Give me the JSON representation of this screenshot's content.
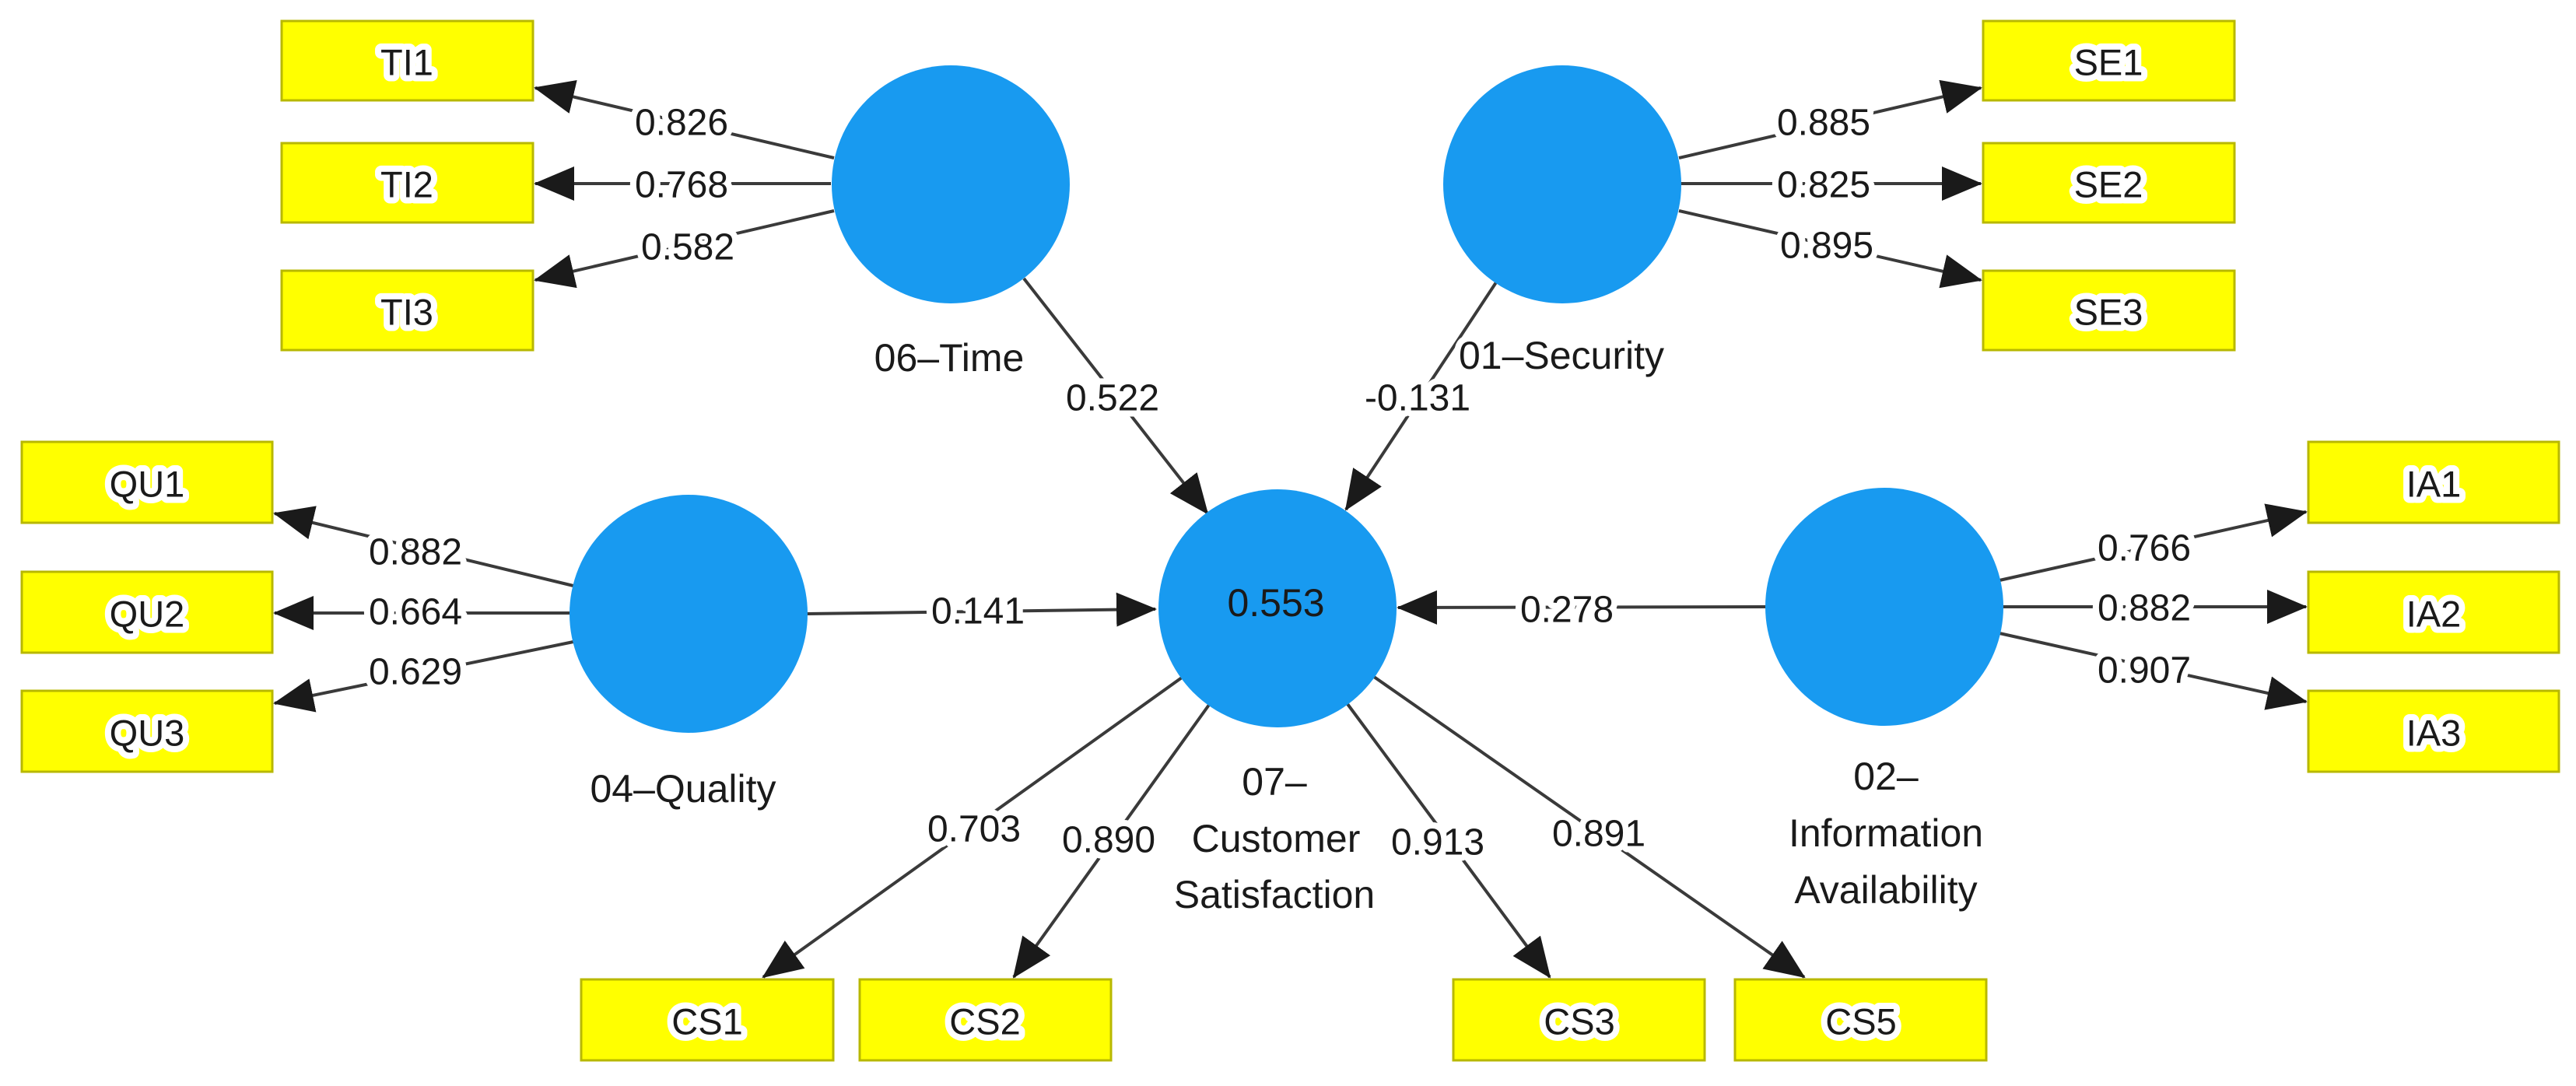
{
  "model": {
    "type": "pls_sem_path_diagram",
    "endogenous_r_squared": "0.553",
    "colors": {
      "construct_fill": "#189af0",
      "indicator_fill": "#ffff00",
      "indicator_border": "#b8b800",
      "line": "#3a3a3a",
      "r2_text": "#ffffff",
      "label_text": "#1a1a1a"
    },
    "constructs": [
      {
        "id": "time",
        "label": "06–Time",
        "path_coefficient": "0.522",
        "indicators": [
          {
            "name": "TI1",
            "loading": "0.826"
          },
          {
            "name": "TI2",
            "loading": "0.768"
          },
          {
            "name": "TI3",
            "loading": "0.582"
          }
        ]
      },
      {
        "id": "security",
        "label": "01–Security",
        "path_coefficient": "-0.131",
        "indicators": [
          {
            "name": "SE1",
            "loading": "0.885"
          },
          {
            "name": "SE2",
            "loading": "0.825"
          },
          {
            "name": "SE3",
            "loading": "0.895"
          }
        ]
      },
      {
        "id": "quality",
        "label": "04–Quality",
        "path_coefficient": "0.141",
        "indicators": [
          {
            "name": "QU1",
            "loading": "0.882"
          },
          {
            "name": "QU2",
            "loading": "0.664"
          },
          {
            "name": "QU3",
            "loading": "0.629"
          }
        ]
      },
      {
        "id": "information-availability",
        "label": "02–Information Availability",
        "label_lines": [
          "02–",
          "Information",
          "Availability"
        ],
        "path_coefficient": "0.278",
        "indicators": [
          {
            "name": "IA1",
            "loading": "0.766"
          },
          {
            "name": "IA2",
            "loading": "0.882"
          },
          {
            "name": "IA3",
            "loading": "0.907"
          }
        ]
      },
      {
        "id": "customer-satisfaction",
        "label": "07–Customer Satisfaction",
        "label_lines": [
          "07–",
          "Customer",
          "Satisfaction"
        ],
        "r_squared": "0.553",
        "indicators": [
          {
            "name": "CS1",
            "loading": "0.703"
          },
          {
            "name": "CS2",
            "loading": "0.890"
          },
          {
            "name": "CS3",
            "loading": "0.913"
          },
          {
            "name": "CS5",
            "loading": "0.891"
          }
        ]
      }
    ]
  }
}
